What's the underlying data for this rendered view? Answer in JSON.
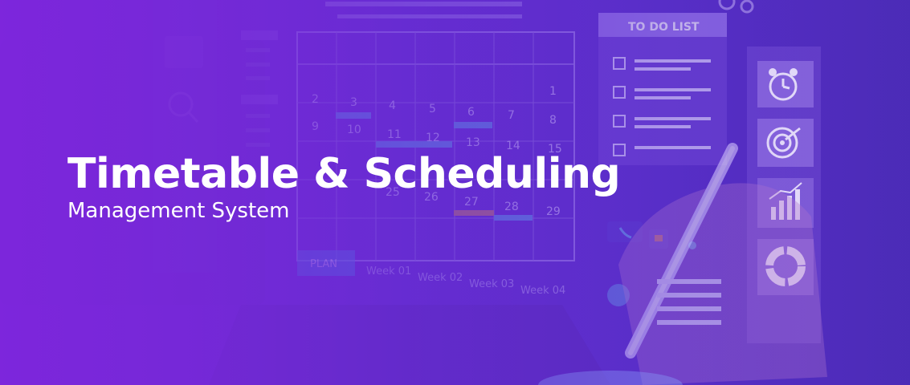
{
  "banner": {
    "title": "Timetable & Scheduling",
    "subtitle": "Management System"
  },
  "background": {
    "todo_heading": "TO DO LIST",
    "plan_label": "PLAN",
    "weeks": [
      "Week 01",
      "Week 02",
      "Week 03",
      "Week 04"
    ],
    "calendar_days": [
      "1",
      "2",
      "3",
      "4",
      "5",
      "6",
      "7",
      "8",
      "9",
      "10",
      "11",
      "12",
      "13",
      "14",
      "15",
      "25",
      "26",
      "27",
      "28",
      "29"
    ]
  },
  "colors": {
    "primary_purple": "#7a28d8",
    "deep_purple": "#4c2cb8",
    "text": "#ffffff"
  }
}
